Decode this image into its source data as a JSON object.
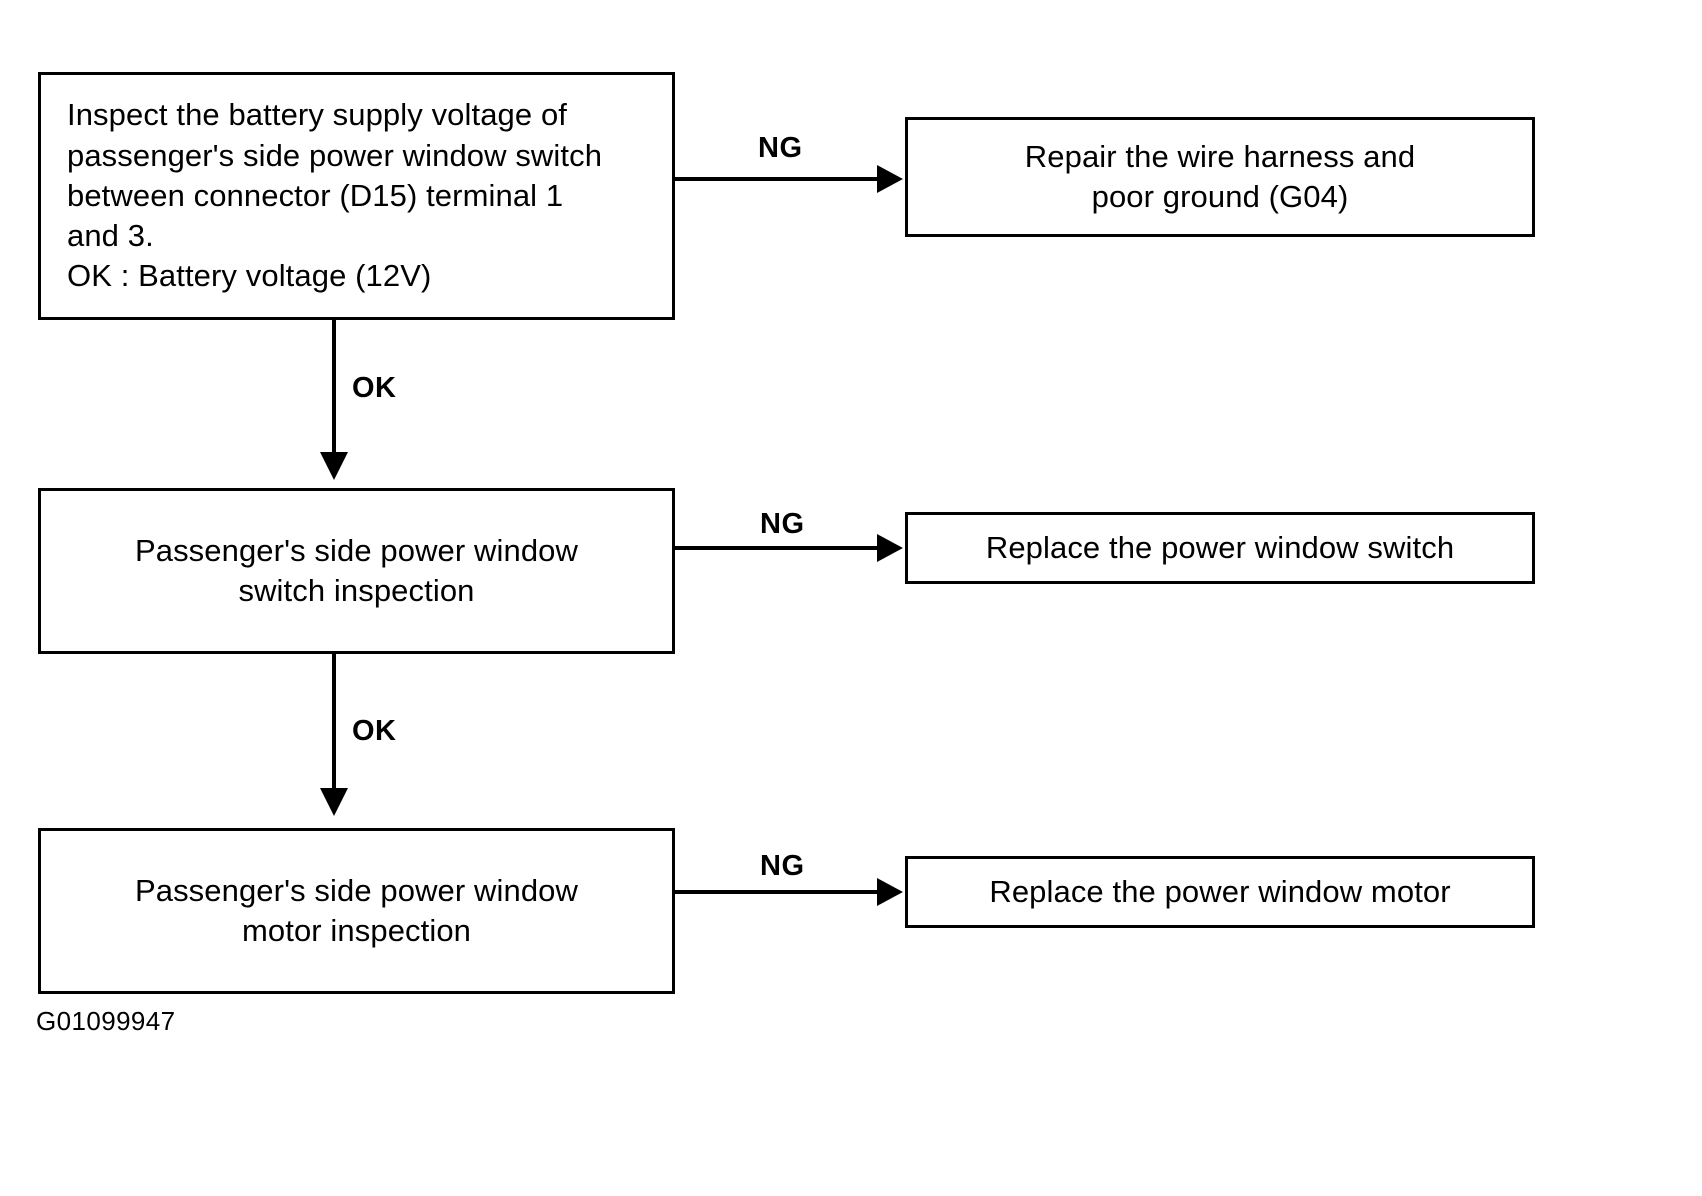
{
  "diagram": {
    "figure_code": "G01099947",
    "line_color": "#000000",
    "background_color": "#ffffff",
    "nodes": [
      {
        "id": "inspect-battery-voltage",
        "text": "Inspect the battery supply voltage of\npassenger's side power window switch\nbetween connector (D15) terminal 1\nand 3.\nOK : Battery voltage (12V)"
      },
      {
        "id": "repair-wire-harness",
        "text": "Repair the wire harness and\npoor ground (G04)"
      },
      {
        "id": "switch-inspection",
        "text": "Passenger's side power window\nswitch inspection"
      },
      {
        "id": "replace-switch",
        "text": "Replace the power window switch"
      },
      {
        "id": "motor-inspection",
        "text": "Passenger's side power window\nmotor inspection"
      },
      {
        "id": "replace-motor",
        "text": "Replace the power window motor"
      }
    ],
    "edge_labels": {
      "ng_1": "NG",
      "ng_2": "NG",
      "ng_3": "NG",
      "ok_1": "OK",
      "ok_2": "OK"
    }
  }
}
